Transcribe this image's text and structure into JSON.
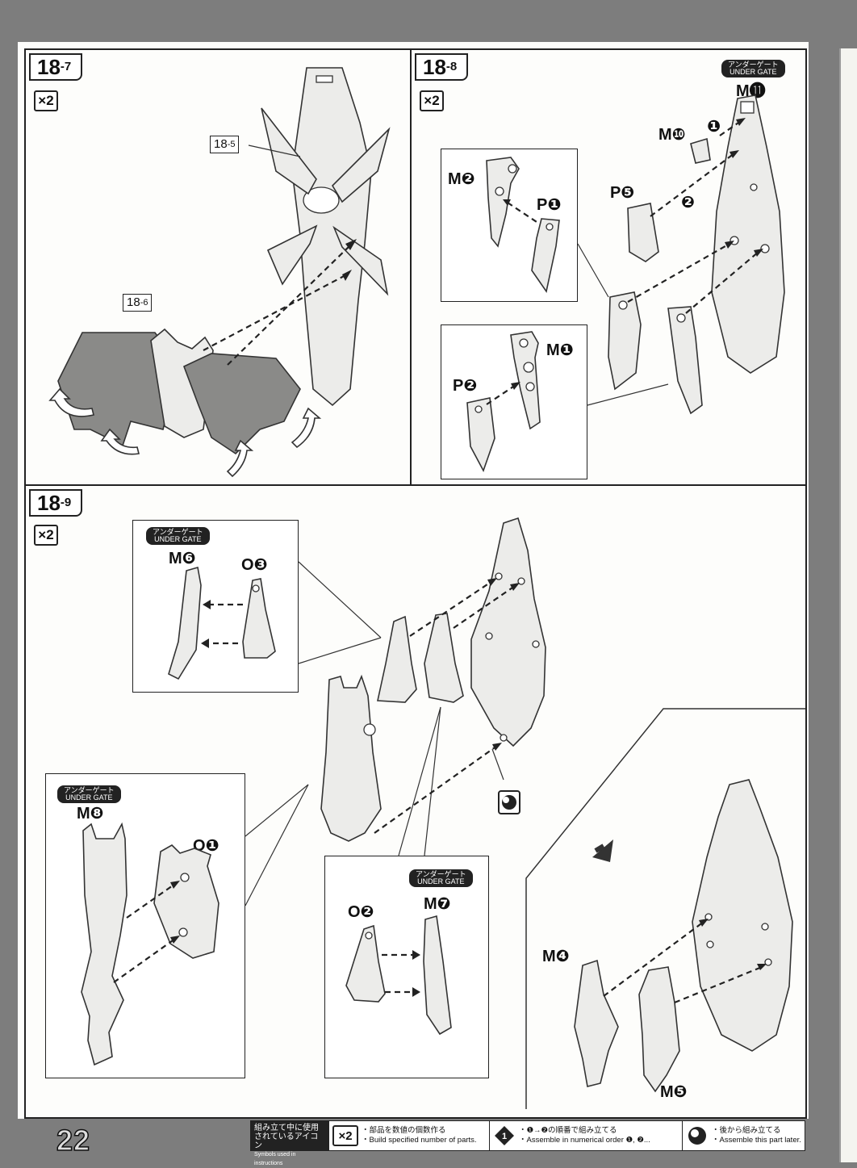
{
  "page_number": "22",
  "step_18_7": {
    "tag": "18",
    "tag_sub": "-7",
    "multiplier": "×2",
    "ref_a": {
      "main": "18",
      "sub": "-5"
    },
    "ref_b": {
      "main": "18",
      "sub": "-6"
    }
  },
  "step_18_8": {
    "tag": "18",
    "tag_sub": "-8",
    "multiplier": "×2",
    "gate_badge": {
      "jp": "アンダーゲート",
      "en": "UNDER GATE"
    },
    "labels": {
      "m11": "M⓫",
      "m10": "M❿",
      "order1": "❶",
      "order2": "❷",
      "p5": "P❺",
      "m2": "M❷",
      "p1": "P❶",
      "m1": "M❶",
      "p2": "P❷"
    }
  },
  "step_18_9": {
    "tag": "18",
    "tag_sub": "-9",
    "multiplier": "×2",
    "gate_badge": {
      "jp": "アンダーゲート",
      "en": "UNDER GATE"
    },
    "labels": {
      "m6": "M❻",
      "o3": "O❸",
      "m8": "M❽",
      "o1": "O❶",
      "o2": "O❷",
      "m7": "M❼",
      "m4": "M❹",
      "m5": "M❺"
    }
  },
  "legend": {
    "title_jp": "組み立て中に使用されているアイコン",
    "title_en": "Symbols used in instructions",
    "items": [
      {
        "icon": "×2",
        "jp": "・部品を数値の個数作る",
        "en": "・Build specified number of parts."
      },
      {
        "icon": "❶",
        "jp": "・❶→❷の順番で組み立てる",
        "en": "・Assemble in numerical order ❶, ❷..."
      },
      {
        "icon": "swirl",
        "jp": "・後から組み立てる",
        "en": "・Assemble this part later."
      }
    ]
  },
  "colors": {
    "background": "#7d7d7d",
    "page": "#fdfdfb",
    "ink": "#222222",
    "part_fill": "#ececea",
    "dark_part": "#8a8a88"
  }
}
